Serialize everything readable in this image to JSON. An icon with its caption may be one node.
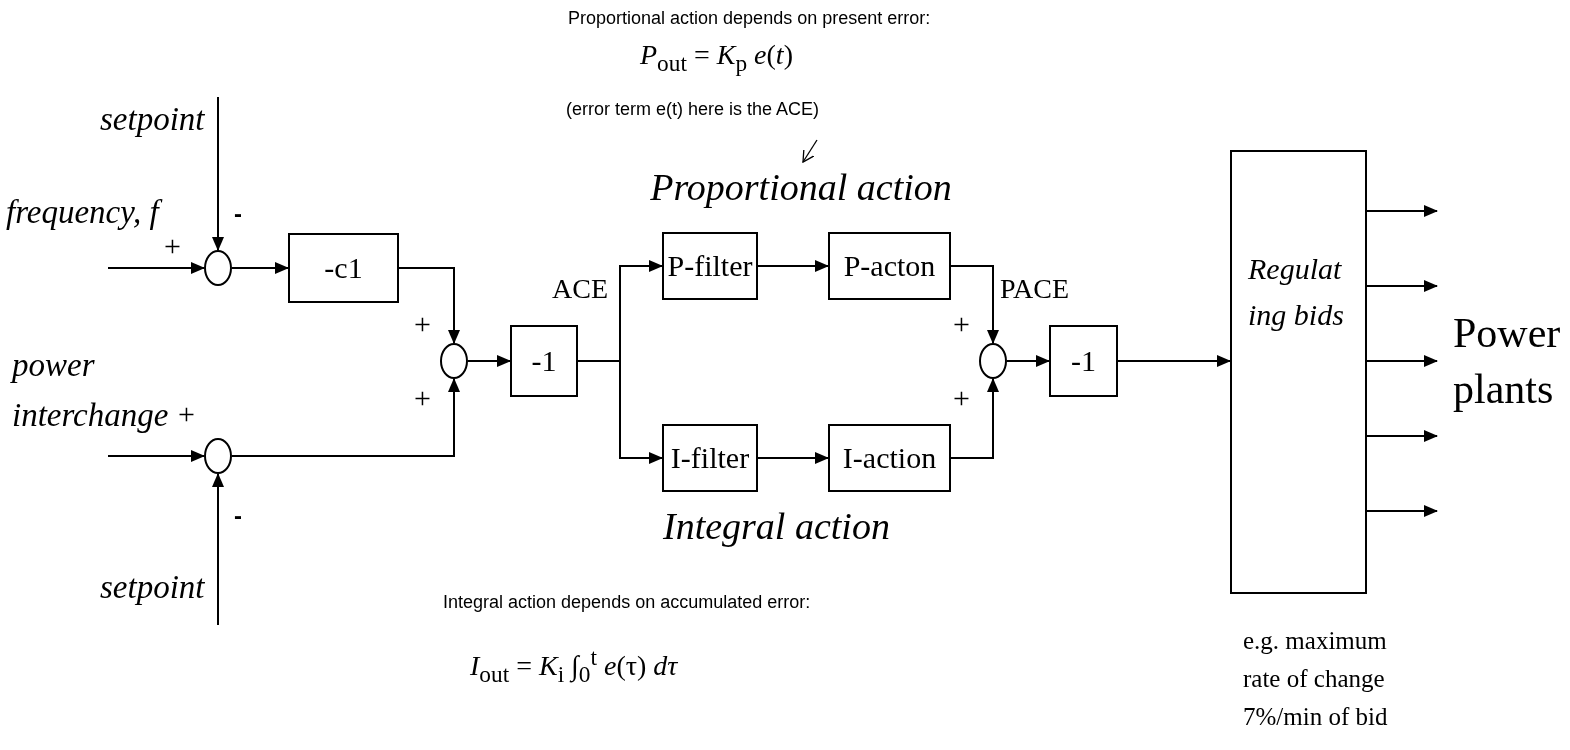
{
  "diagram": {
    "nodes": [
      {
        "text": [],
        "shape": "circle"
      },
      {
        "text": [
          "-c1"
        ]
      },
      {
        "text": [],
        "shape": "circle"
      },
      {
        "text": [],
        "shape": "circle"
      },
      {
        "text": [
          "-1"
        ]
      },
      {
        "text": [
          "P-filter"
        ]
      },
      {
        "text": [
          "P-acton"
        ]
      },
      {
        "text": [
          "I-filter"
        ]
      },
      {
        "text": [
          "I-action"
        ]
      },
      {
        "text": [],
        "shape": "circle"
      },
      {
        "text": [
          "-1"
        ]
      },
      {
        "text": [
          "Regulat ing bids"
        ],
        "beside": [
          "e.g. maximum rate of change 7%/min of bid"
        ]
      },
      {
        "text": [
          "(error term e(t) here is the ACE)"
        ]
      },
      {
        "text": [
          "Proportional action"
        ]
      },
      {
        "text": [
          "Power plants"
        ]
      }
    ],
    "edges": [
      {
        "from": null,
        "to": 0,
        "arrow": "to"
      },
      {
        "from": null,
        "to": 0,
        "arrow": "to"
      },
      {
        "from": 0,
        "to": 1,
        "arrow": "to"
      },
      {
        "from": 1,
        "to": 2,
        "arrow": "to"
      },
      {
        "from": null,
        "to": 3,
        "arrow": "to"
      },
      {
        "from": null,
        "to": 3,
        "arrow": "to"
      },
      {
        "from": 3,
        "to": 2,
        "arrow": "to"
      },
      {
        "from": 2,
        "to": 4,
        "arrow": "to"
      },
      {
        "from": 4,
        "to": 5,
        "arrow": "to"
      },
      {
        "from": 4,
        "to": 7,
        "arrow": "to"
      },
      {
        "from": 5,
        "to": 6,
        "arrow": "to"
      },
      {
        "from": 7,
        "to": 8,
        "arrow": "to"
      },
      {
        "from": 6,
        "to": 9,
        "arrow": "to"
      },
      {
        "from": 8,
        "to": 9,
        "arrow": "to"
      },
      {
        "from": 9,
        "to": 10,
        "arrow": "to"
      },
      {
        "from": 10,
        "to": 11,
        "arrow": "to"
      },
      {
        "from": 11,
        "to": null,
        "arrow": "to"
      },
      {
        "from": 11,
        "to": 14,
        "arrow": "to"
      },
      {
        "from": 11,
        "to": 14,
        "arrow": "to"
      },
      {
        "from": 11,
        "to": 14,
        "arrow": "to"
      },
      {
        "from": 11,
        "to": null,
        "arrow": "to"
      },
      {
        "from": 12,
        "to": 13,
        "arrow": "to"
      }
    ],
    "labels": [
      "Proportional action depends on present error:",
      "*P*$_{out}$ = *K*$_{p}$ *e*(*t*)",
      "setpoint",
      "frequency, f",
      "-",
      "+",
      "ACE",
      "PACE",
      "+",
      "+",
      "power interchange",
      "+",
      "+",
      "+",
      "-",
      "Integral action",
      "setpoint",
      "Integral action depends on accumulated error:",
      "*I*$_{out}$ = *K*$_{i}$ ∫$_{0}$$^{t}$ *e*(τ) *dτ*"
    ]
  }
}
